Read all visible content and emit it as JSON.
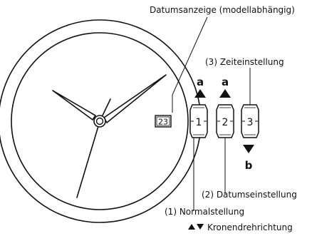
{
  "date_label": "Datumsanzeige (modellabhängig)",
  "date_value": "23",
  "time_setting_label": "(3) Zeiteinstellung",
  "date_setting_label": "(2) Datumseinstellung",
  "normal_position_label": "(1) Normalstellung",
  "crown_positions": [
    "1",
    "2",
    "3"
  ],
  "direction_a": "a",
  "direction_b": "b",
  "legend_text": "Kronendrehrichtung"
}
